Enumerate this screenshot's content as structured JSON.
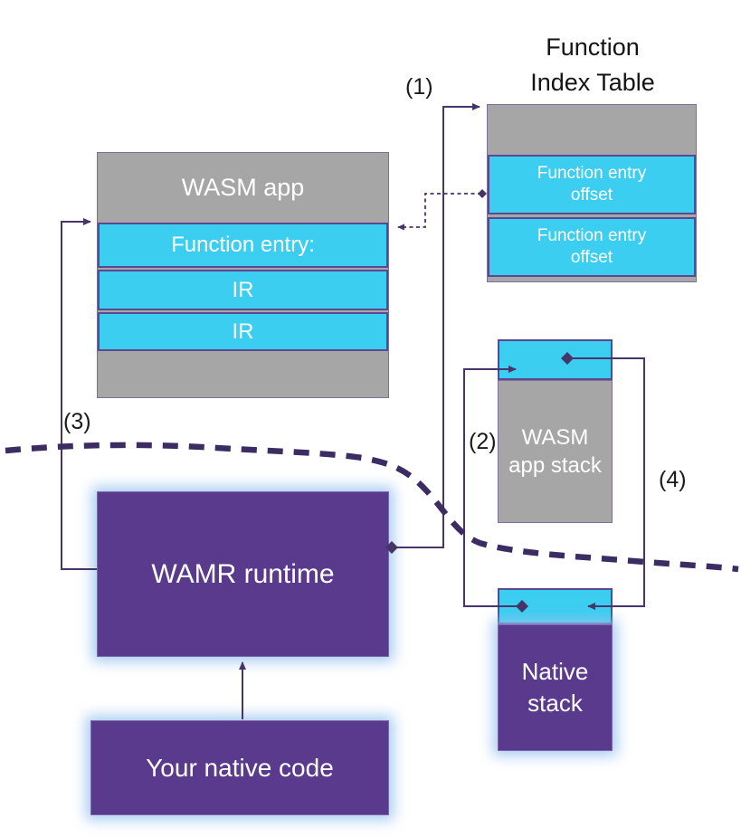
{
  "labels": {
    "l1": "(1)",
    "l2": "(2)",
    "l3": "(3)",
    "l4": "(4)"
  },
  "function_index_table": {
    "title": "Function\nIndex Table",
    "entries": [
      {
        "label": "Function entry\noffset"
      },
      {
        "label": "Function entry\noffset"
      }
    ]
  },
  "wasm_app": {
    "title": "WASM app",
    "rows": [
      "Function entry:",
      "IR",
      "IR"
    ]
  },
  "wasm_app_stack": {
    "label": "WASM\napp stack"
  },
  "native_stack": {
    "label": "Native\nstack"
  },
  "wamr_runtime": {
    "label": "WAMR runtime"
  },
  "native_code": {
    "label": "Your native code"
  },
  "colors": {
    "gray": "#a6a6a6",
    "cyan": "#3bcef0",
    "purple": "#5a3a8c",
    "line": "#453569",
    "divider": "#3b2c63",
    "glow": "#98c2f0"
  }
}
